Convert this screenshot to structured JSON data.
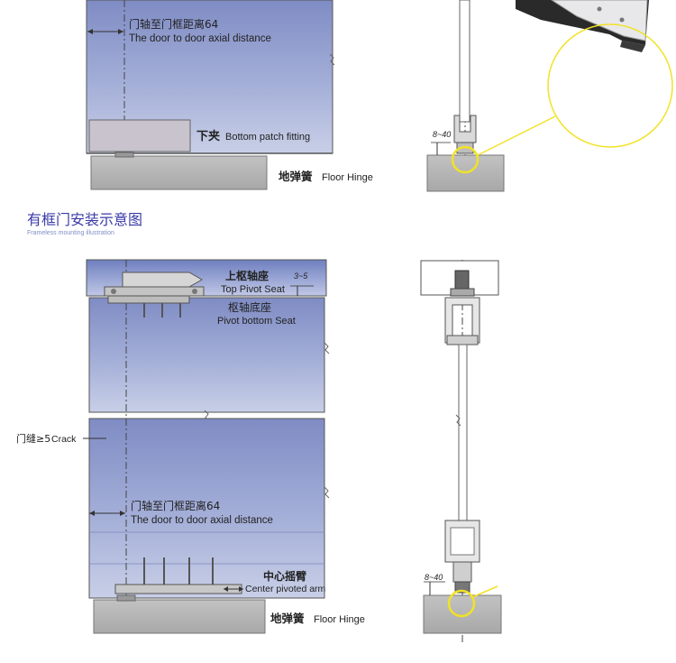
{
  "top_section": {
    "axial_cn": "门轴至门框距离64",
    "axial_en": "The door to door axial distance",
    "bottom_patch_cn": "下夹",
    "bottom_patch_en": "Bottom patch fitting",
    "floor_hinge_cn": "地弹簧",
    "floor_hinge_en": "Floor Hinge",
    "gap_dim": "8~40"
  },
  "section_title": {
    "cn": "有框门安装示意图",
    "en": "Frameless mounting illustration"
  },
  "bottom_section": {
    "top_pivot_cn": "上枢轴座",
    "top_pivot_en": "Top Pivot Seat",
    "top_dim": "3~5",
    "pivot_bottom_cn": "枢轴底座",
    "pivot_bottom_en": "Pivot bottom Seat",
    "crack_cn": "门缝≥5",
    "crack_en": "Crack",
    "axial_cn": "门轴至门框距离64",
    "axial_en": "The door to door axial distance",
    "center_arm_cn": "中心摇臂",
    "center_arm_en": "Center pivoted arm",
    "floor_hinge_cn": "地弹簧",
    "floor_hinge_en": "Floor Hinge",
    "gap_dim": "8~40"
  },
  "colors": {
    "door_top": "#8c96c8",
    "door_bottom": "#c6cde6",
    "title_blue": "#3a3aa8",
    "highlight": "#f2e226",
    "floor_gray": "#b5b5b5"
  }
}
